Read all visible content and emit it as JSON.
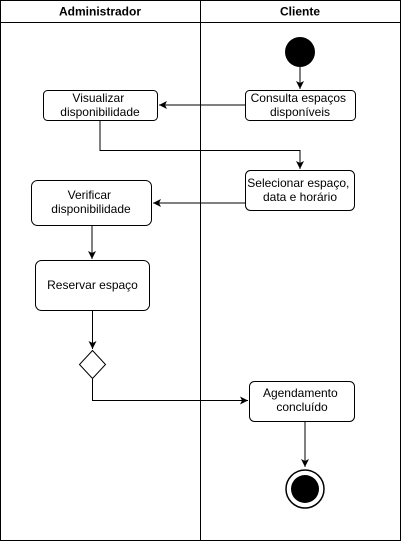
{
  "lanes": {
    "left": {
      "title": "Administrador"
    },
    "right": {
      "title": "Cliente"
    }
  },
  "nodes": {
    "consulta": {
      "lines": [
        "Consulta espaços",
        "disponíveis"
      ]
    },
    "visualizar": {
      "lines": [
        "Visualizar",
        "disponibilidade"
      ]
    },
    "selecionar": {
      "lines": [
        "Selecionar espaço,",
        "data e horário"
      ]
    },
    "verificar": {
      "lines": [
        "Verificar",
        "disponibilidade"
      ]
    },
    "reservar": {
      "lines": [
        "Reservar espaço"
      ]
    },
    "agendamento": {
      "lines": [
        "Agendamento",
        "concluído"
      ]
    }
  },
  "colors": {
    "stroke": "#000000",
    "fill": "#ffffff",
    "text": "#000000"
  }
}
